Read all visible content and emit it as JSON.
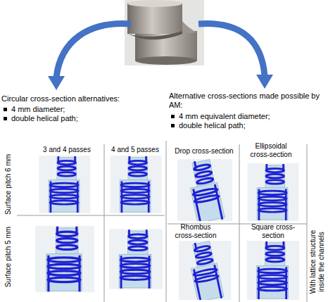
{
  "diagram": {
    "labels": [
      "Circular cross-section alternatives:",
      "4 mm diameter;",
      "double helical path;",
      "Alternative cross-sections made possible by AM:",
      "4 mm equivalent diameter;",
      "double helical path;",
      "3 and 4 passes",
      "4 and 5 passes",
      "Drop cross-section",
      "Ellipsoidal cross-section",
      "Surface pitch 6 mm",
      "Surface pitch 5 mm",
      "Rhombus cross-section",
      "Square cross-section",
      "With lattice structure inside the channels"
    ]
  }
}
